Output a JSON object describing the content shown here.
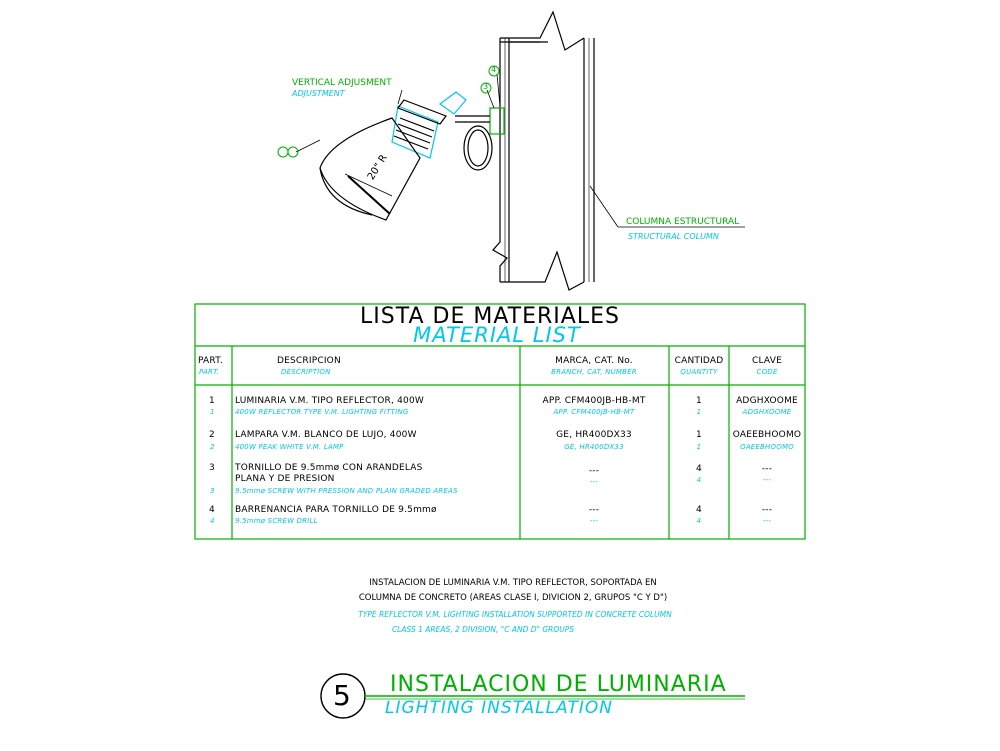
{
  "drawing": {
    "vertical_label": "VERTICAL ADJUSMENT",
    "vertical_label_en": "ADJUSTMENT",
    "callout_12": "①②",
    "callout_4": "4",
    "callout_3": "3",
    "radius_label": "20\" R",
    "column_label": "COLUMNA ESTRUCTURAL",
    "column_label_en": "STRUCTURAL COLUMN"
  },
  "table": {
    "title": "LISTA  DE  MATERIALES",
    "title_en": "MATERIAL  LIST",
    "headers": {
      "part": "PART.",
      "part_en": "PART.",
      "desc": "DESCRIPCION",
      "desc_en": "DESCRIPTION",
      "brand": "MARCA, CAT. No.",
      "brand_en": "BRANCH, CAT, NUMBER",
      "qty": "CANTIDAD",
      "qty_en": "QUANTITY",
      "code": "CLAVE",
      "code_en": "CODE"
    },
    "rows": [
      {
        "part": "1",
        "part_en": "1",
        "desc": "LUMINARIA V.M. TIPO REFLECTOR, 400W",
        "desc_en": "400W REFLECTOR TYPE V.M. LIGHTING FITTING",
        "brand": "APP. CFM400JB-HB-MT",
        "brand_en": "APP. CFM400JB-HB-MT",
        "qty": "1",
        "qty_en": "1",
        "code": "ADGHXOOME",
        "code_en": "ADGHXOOME"
      },
      {
        "part": "2",
        "part_en": "2",
        "desc": "LAMPARA V.M. BLANCO DE LUJO, 400W",
        "desc_en": "400W PEAK WHITE V.M. LAMP",
        "brand": "GE, HR400DX33",
        "brand_en": "GE, HR400DX33",
        "qty": "1",
        "qty_en": "1",
        "code": "OAEEBHOOMO",
        "code_en": "OAEEBHOOMO"
      },
      {
        "part": "3",
        "part_en": "3",
        "desc": "TORNILLO DE 9.5mmø CON ARANDELAS",
        "desc2": "PLANA Y DE PRESION",
        "desc_en": "9.5mmø SCREW WITH PRESSION AND PLAIN GRADED AREAS",
        "brand": "---",
        "brand_en": "---",
        "qty": "4",
        "qty_en": "4",
        "code": "---",
        "code_en": "---"
      },
      {
        "part": "4",
        "part_en": "4",
        "desc": "BARRENANCIA PARA TORNILLO DE 9.5mmø",
        "desc_en": "9.5mmø SCREW DRILL",
        "brand": "---",
        "brand_en": "---",
        "qty": "4",
        "qty_en": "4",
        "code": "---",
        "code_en": "---"
      }
    ]
  },
  "notes": {
    "es_line1": "INSTALACION DE LUMINARIA V.M. TIPO REFLECTOR, SOPORTADA EN",
    "es_line2": "COLUMNA DE CONCRETO (AREAS CLASE I, DIVICION 2, GRUPOS \"C Y D\")",
    "en_line1": "TYPE REFLECTOR V.M. LIGHTING INSTALLATION SUPPORTED IN CONCRETE COLUMN",
    "en_line2": "CLASS 1 AREAS, 2 DIVISION, \"C AND D\" GROUPS"
  },
  "title_block": {
    "number": "5",
    "title": "INSTALACION  DE  LUMINARIA",
    "subtitle": "LIGHTING  INSTALLATION"
  }
}
